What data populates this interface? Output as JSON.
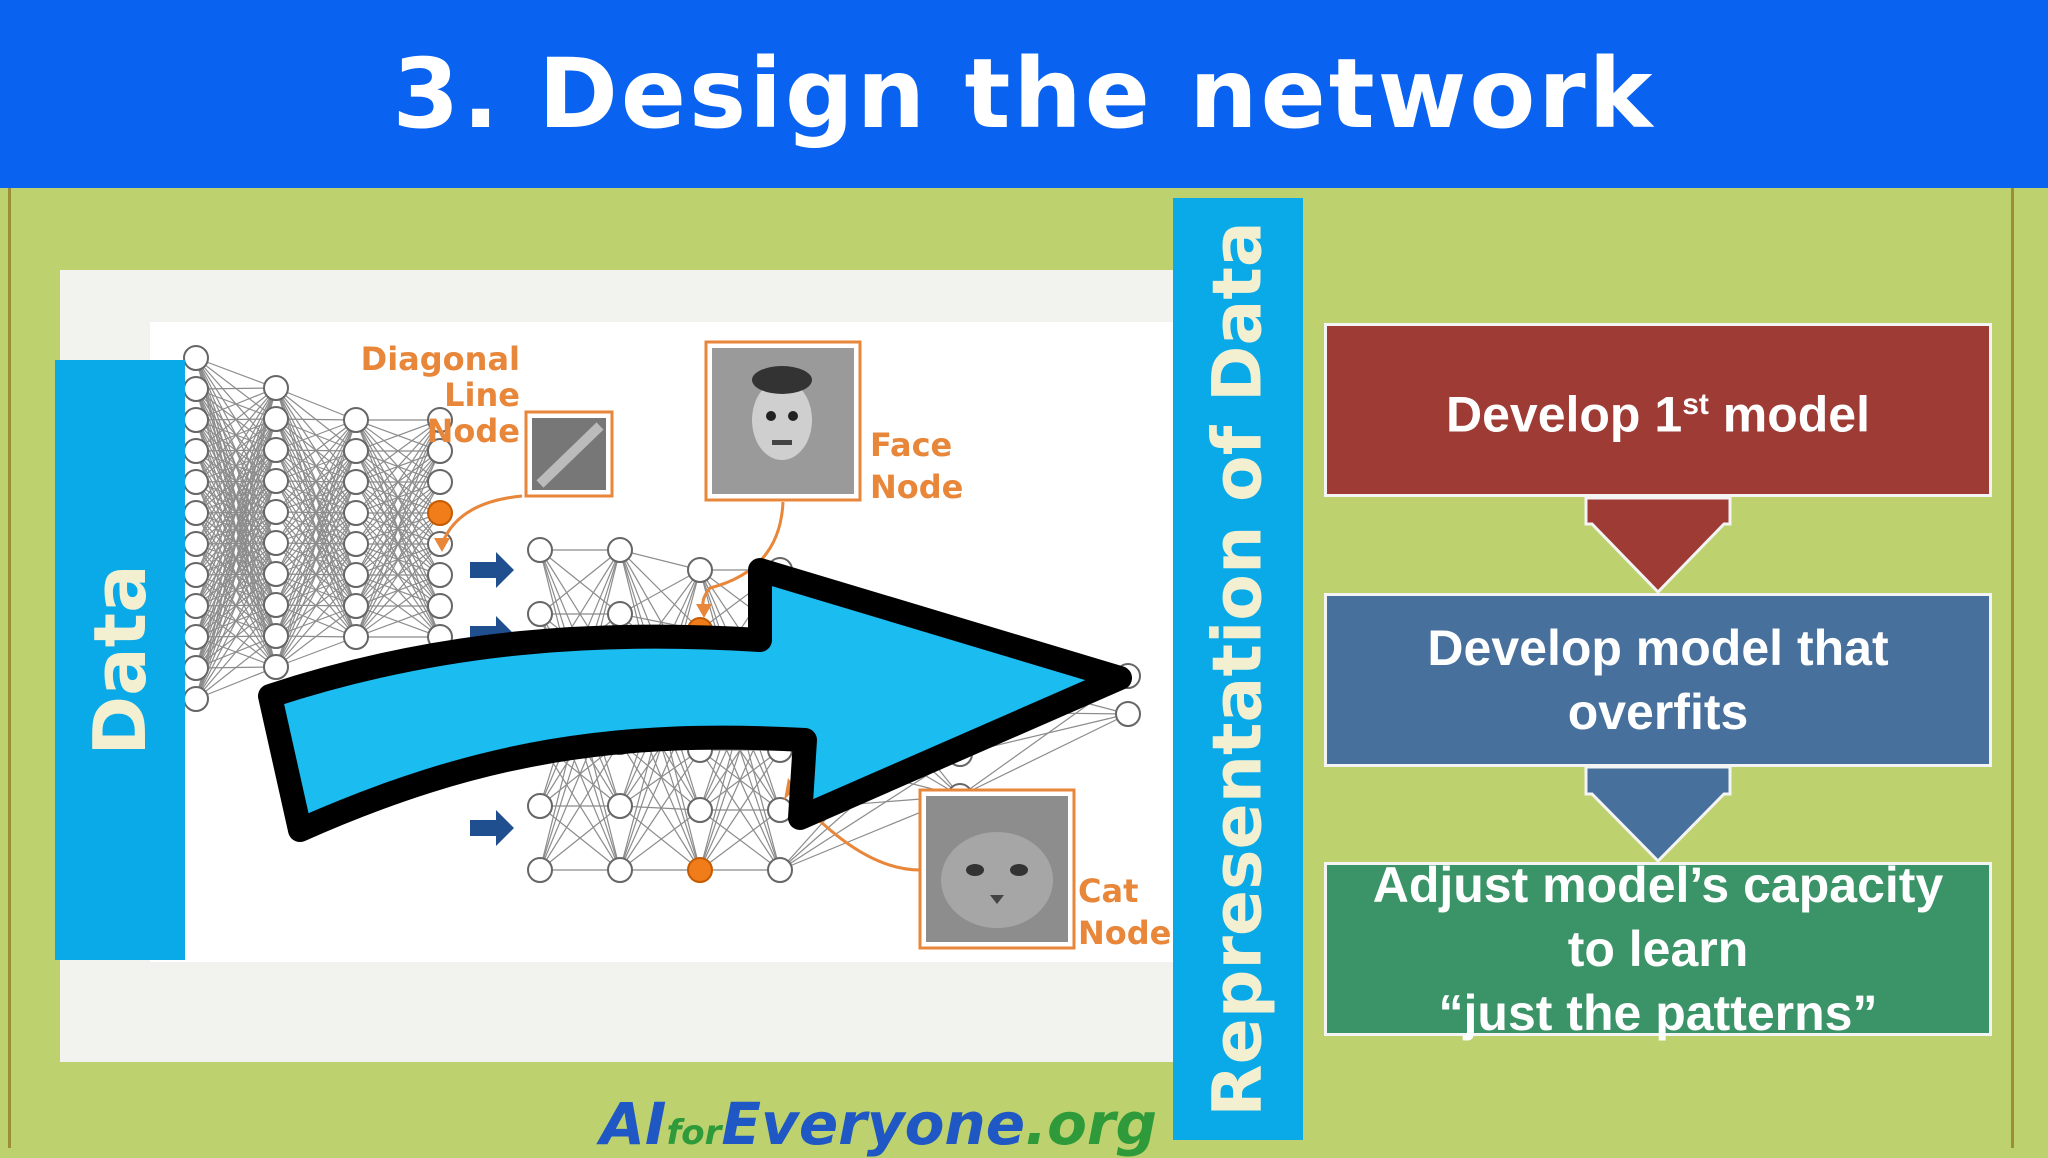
{
  "title": "3. Design the network",
  "left_label": "Data",
  "right_label": "Representation of Data",
  "diagram": {
    "diagonal_node_label": [
      "Diagonal",
      "Line",
      "Node"
    ],
    "face_node_label": [
      "Face",
      "Node"
    ],
    "cat_node_label": [
      "Cat",
      "Node"
    ]
  },
  "steps": [
    {
      "text": "Develop 1",
      "sup": "st",
      "text_after": " model"
    },
    {
      "line1": "Develop model that",
      "line2": "overfits"
    },
    {
      "line1": "Adjust model’s capacity",
      "line2": "to learn",
      "line3": "“just the patterns”"
    }
  ],
  "footer": {
    "part1": "AI",
    "part2": "for",
    "part3": "Everyone",
    "part4": ".org"
  },
  "colors": {
    "header": "#0a62f0",
    "background": "#bdd16f",
    "sidebar": "#0aa9e8",
    "step1": "#9f3b35",
    "step2": "#47709c",
    "step3": "#3b9467",
    "big_arrow": "#1bbcf0",
    "node_highlight": "#f07d1a"
  }
}
